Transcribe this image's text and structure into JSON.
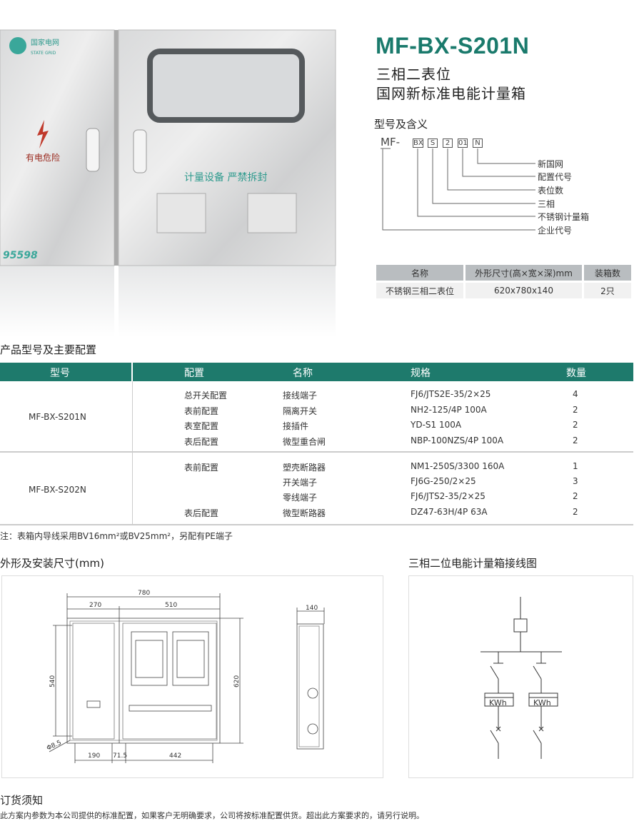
{
  "product": {
    "model": "MF-BX-S201N",
    "subtitle1": "三相二表位",
    "subtitle2": "国网新标准电能计量箱"
  },
  "photo": {
    "logo_cn": "国家电网",
    "logo_en": "STATE GRID",
    "danger": "有电危险",
    "seal": "计量设备 严禁拆封",
    "hotline": "95598"
  },
  "model_meaning": {
    "heading": "型号及含义",
    "prefix": "MF-",
    "codes": [
      "BX",
      "S",
      "2",
      "01",
      "N"
    ],
    "labels": [
      "新国网",
      "配置代号",
      "表位数",
      "三相",
      "不锈钢计量箱",
      "企业代号"
    ]
  },
  "spec_table": {
    "headers": [
      "名称",
      "外形尺寸(高×宽×深)mm",
      "装箱数"
    ],
    "row": [
      "不锈钢三相二表位",
      "620x780x140",
      "2只"
    ]
  },
  "config": {
    "heading": "产品型号及主要配置",
    "headers": [
      "型号",
      "配置",
      "名称",
      "规格",
      "数量"
    ],
    "groups": [
      {
        "model": "MF-BX-S201N",
        "rows": [
          [
            "总开关配置",
            "接线端子",
            "FJ6/JTS2E-35/2×25",
            "4"
          ],
          [
            "表前配置",
            "隔离开关",
            "NH2-125/4P 100A",
            "2"
          ],
          [
            "表室配置",
            "接插件",
            "YD-S1 100A",
            "2"
          ],
          [
            "表后配置",
            "微型重合闸",
            "NBP-100NZS/4P 100A",
            "2"
          ]
        ]
      },
      {
        "model": "MF-BX-S202N",
        "rows": [
          [
            "表前配置",
            "塑壳断路器",
            "NM1-250S/3300  160A",
            "1"
          ],
          [
            "",
            "开关端子",
            "FJ6G-250/2×25",
            "3"
          ],
          [
            "",
            "零线端子",
            "FJ6/JTS2-35/2×25",
            "2"
          ],
          [
            "表后配置",
            "微型断路器",
            "DZ47-63H/4P 63A",
            "2"
          ]
        ]
      }
    ],
    "note": "注：表箱内导线采用BV16mm²或BV25mm²，另配有PE端子"
  },
  "dimensions": {
    "heading": "外形及安装尺寸(mm)",
    "d780": "780",
    "d270": "270",
    "d510": "510",
    "d540": "540",
    "d620": "620",
    "hole": "Φ8.5",
    "d190": "190",
    "d71": "71.5",
    "d442": "442",
    "d140": "140"
  },
  "wiring": {
    "heading": "三相二位电能计量箱接线图",
    "meter1": "KWh",
    "meter2": "KWh"
  },
  "order": {
    "heading": "订货须知",
    "text": "此方案内参数为本公司提供的标准配置，如果客户无明确要求，公司将按标准配置供货。超出此方案要求的，请另行说明。"
  }
}
